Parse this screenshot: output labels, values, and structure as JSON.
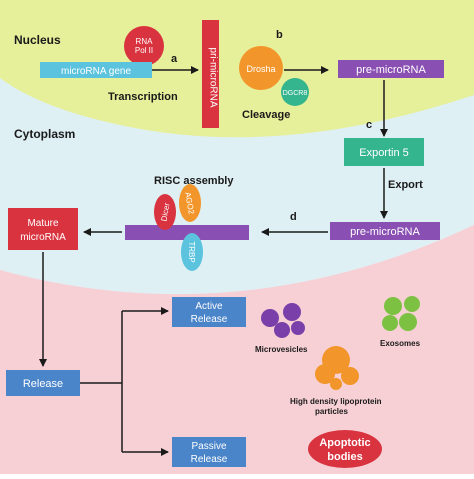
{
  "regions": {
    "nucleus": "Nucleus",
    "cytoplasm": "Cytoplasm"
  },
  "steps": {
    "a": "a",
    "b": "b",
    "c": "c",
    "d": "d"
  },
  "nucleus": {
    "rna_pol_line1": "RNA",
    "rna_pol_line2": "Pol II",
    "gene": "microRNA gene",
    "transcription": "Transcription",
    "pri_microrna": "pri-microRNA",
    "drosha": "Drosha",
    "dgcr8": "DGCR8",
    "cleavage": "Cleavage",
    "pre_microrna": "pre-microRNA"
  },
  "cytoplasm": {
    "exportin": "Exportin 5",
    "export": "Export",
    "pre_microrna": "pre-microRNA",
    "risc_assembly": "RISC assembly",
    "dicer": "Dicer",
    "ago2": "AGO2",
    "trbp": "TRBP",
    "mature_line1": "Mature",
    "mature_line2": "microRNA"
  },
  "release": {
    "release": "Release",
    "active_line1": "Active",
    "active_line2": "Release",
    "passive_line1": "Passive",
    "passive_line2": "Release",
    "microvesicles": "Microvesicles",
    "exosomes": "Exosomes",
    "hdl_line1": "High density lipoprotein",
    "hdl_line2": "particles",
    "apoptotic_line1": "Apoptotic",
    "apoptotic_line2": "bodies"
  },
  "colors": {
    "nucleus_bg": "#e6ef9a",
    "cytoplasm_bg": "#dff0f5",
    "extracellular_bg": "#f7d0d6",
    "cyan_box": "#5bc3dd",
    "purple_box": "#8a4fb3",
    "red_box": "#d8333f",
    "blue_box": "#4a84c9",
    "green_box": "#35b58e",
    "orange": "#f2962b",
    "purple_ball": "#7a3fa8",
    "green_ball": "#7dc142"
  }
}
